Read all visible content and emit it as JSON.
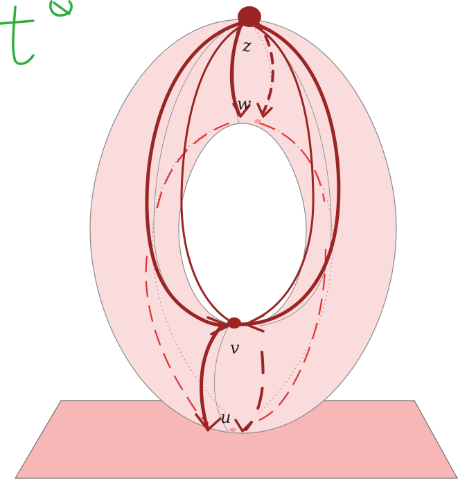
{
  "labels": {
    "z": "z",
    "w": "w",
    "v": "v",
    "u": "u"
  },
  "colors": {
    "torus_fill": "#fadcdc",
    "torus_outline": "#8a8a8a",
    "table_fill": "#f7b7b7",
    "table_outline": "#6f6f6f",
    "dark_path": "#9b2424",
    "dashed_path": "#e23030",
    "handwriting": "#2fae3c",
    "dotted_inner": "#c08080"
  }
}
